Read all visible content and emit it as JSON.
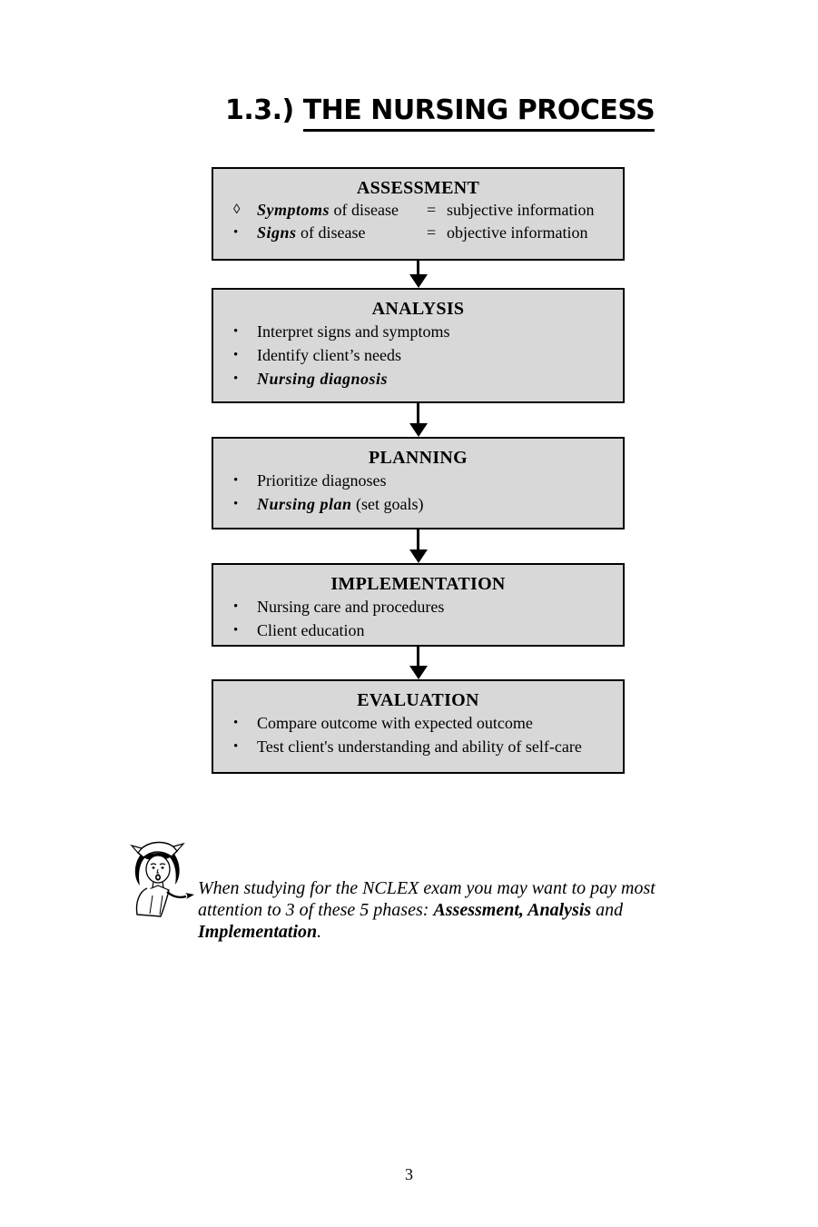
{
  "title": {
    "prefix": "1.3.) ",
    "underlined": "THE NURSING PROCESS"
  },
  "flow": {
    "boxes": [
      {
        "title": "ASSESSMENT",
        "rows": [
          {
            "bullet": "◊",
            "em": "Symptoms",
            "rest": " of disease",
            "eq": "=",
            "right": "subjective information"
          },
          {
            "bullet": "•",
            "em": "Signs",
            "rest": " of disease",
            "eq": "=",
            "right": "objective information"
          }
        ]
      },
      {
        "title": "ANALYSIS",
        "items": [
          {
            "bullet": "•",
            "em": "",
            "rest": "Interpret signs and symptoms"
          },
          {
            "bullet": "•",
            "em": "",
            "rest": "Identify client’s needs"
          },
          {
            "bullet": "•",
            "em": "Nursing diagnosis",
            "rest": ""
          }
        ]
      },
      {
        "title": "PLANNING",
        "items": [
          {
            "bullet": "•",
            "em": "",
            "rest": "Prioritize diagnoses"
          },
          {
            "bullet": "•",
            "em": "Nursing plan",
            "rest": " (set goals)"
          }
        ]
      },
      {
        "title": "IMPLEMENTATION",
        "items": [
          {
            "bullet": "•",
            "em": "",
            "rest": "Nursing care and procedures"
          },
          {
            "bullet": "•",
            "em": "",
            "rest": "Client education"
          }
        ]
      },
      {
        "title": "EVALUATION",
        "items": [
          {
            "bullet": "•",
            "em": "",
            "rest": "Compare outcome with expected outcome"
          },
          {
            "bullet": "•",
            "em": "",
            "rest": "Test client's understanding and ability of self-care"
          }
        ]
      }
    ]
  },
  "note": {
    "line1": "When studying for the NCLEX exam you may want to pay most",
    "line2_pre": "attention to 3 of these 5 phases: ",
    "line2_bold": "Assessment, Analysis",
    "line2_post": " and",
    "line3_bold": "Implementation",
    "line3_post": "."
  },
  "page": {
    "number": "3"
  },
  "colors": {
    "box_fill": "#d8d8d8",
    "box_border": "#000000",
    "text": "#000000"
  }
}
